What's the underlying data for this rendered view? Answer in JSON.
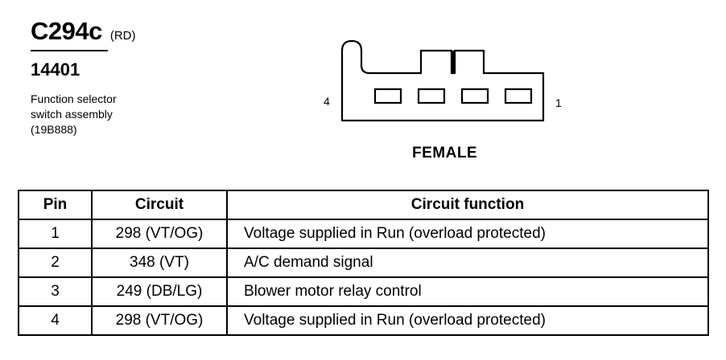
{
  "connector": {
    "id": "C294c",
    "color_code": "(RD)",
    "part_number": "14401",
    "description_lines": [
      "Function selector",
      "switch assembly",
      "(19B888)"
    ]
  },
  "diagram": {
    "pin_left_label": "4",
    "pin_right_label": "1",
    "gender": "FEMALE",
    "cavity_count": 4
  },
  "table": {
    "headers": [
      "Pin",
      "Circuit",
      "Circuit function"
    ],
    "rows": [
      {
        "pin": "1",
        "circuit": "298 (VT/OG)",
        "function": "Voltage supplied in Run (overload protected)"
      },
      {
        "pin": "2",
        "circuit": "348 (VT)",
        "function": "A/C demand signal"
      },
      {
        "pin": "3",
        "circuit": "249 (DB/LG)",
        "function": "Blower motor relay control"
      },
      {
        "pin": "4",
        "circuit": "298 (VT/OG)",
        "function": "Voltage supplied in Run (overload protected)"
      }
    ]
  }
}
